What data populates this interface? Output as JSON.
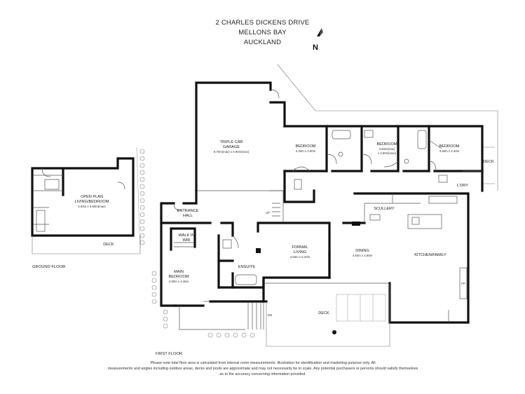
{
  "header": {
    "line1": "2 CHARLES DICKENS DRIVE",
    "line2": "MELLONS BAY",
    "line3": "AUCKLAND"
  },
  "compass": {
    "label": "N",
    "icon": "north-arrow-icon"
  },
  "levels": {
    "ground": "GROUND FLOOR",
    "first": "FIRST FLOOR"
  },
  "rooms": {
    "open_plan": {
      "name1": "OPEN PLAN",
      "name2": "LIVING/BEDROOM",
      "size": "5.00m x 5.90m(max)"
    },
    "ground_deck": {
      "name": "DECK"
    },
    "garage": {
      "name1": "TRIPLE CAR",
      "name2": "GARAGE",
      "size": "9.70m(max) x 6.90m(max)"
    },
    "bedroom1": {
      "name": "BEDROOM",
      "size": "3.30m x 3.60m"
    },
    "bedroom2": {
      "name": "BEDROOM",
      "size1": "3.60m(max)",
      "size2": "x 3.60m(max)"
    },
    "bedroom3": {
      "name": "BEDROOM",
      "size": "3.60m x 4.20m"
    },
    "upper_deck": {
      "name": "DECK"
    },
    "ldry": {
      "name": "L'DRY"
    },
    "entrance": {
      "name1": "ENTRANCE",
      "name2": "HALL"
    },
    "up": {
      "name": "UP"
    },
    "scullery": {
      "name": "SCULLERY"
    },
    "wir": {
      "name1": "WALK IN",
      "name2": "WIR"
    },
    "main_bedroom": {
      "name1": "MAIN",
      "name2": "BEDROOM",
      "size": "3.90m x 4.45m"
    },
    "ensuite": {
      "name": "ENSUITE"
    },
    "formal_living": {
      "name1": "FORMAL",
      "name2": "LIVING",
      "size": "4.60m x 5.20m"
    },
    "dining": {
      "name": "DINING",
      "size": "4.50m x 4.60m"
    },
    "kitchen": {
      "name": "KITCHEN/FAMILY"
    },
    "fp": {
      "name": "FP"
    },
    "main_deck": {
      "name": "DECK"
    },
    "dn": {
      "name": "DN"
    }
  },
  "disclaimer": {
    "line1": "Please note total floor area is calculated from internal room measurements. Illustration for identification and marketing purpose only. All",
    "line2": "measurements and angles including outdoor areas, decks and pools are approximate and may not necessarily be to scale. Any potential purchasers or persons should satisfy themselves",
    "line3": "as to the accuracy concerning information provided."
  }
}
